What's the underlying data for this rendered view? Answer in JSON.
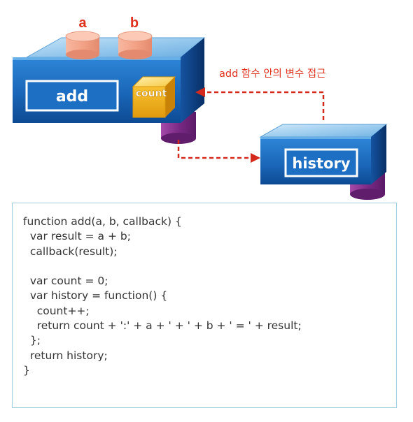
{
  "diagram": {
    "add_box": {
      "label": "add",
      "input_a": "a",
      "input_b": "b",
      "inner_cube": "count"
    },
    "history_box": {
      "label": "history"
    },
    "annotation": "add 함수 안의 변수 접근",
    "colors": {
      "input_label": "#e0301e",
      "annotation_text": "#e0301e",
      "arrow": "#d42a1e",
      "box_blue_front": "#1a66b8",
      "box_blue_top": "#8cc3ea",
      "box_blue_side": "#0c3f82",
      "cylinder_peach": "#f6a98f",
      "cylinder_purple": "#7b2a86",
      "cube_gold": "#f2b21a"
    }
  },
  "code": {
    "lines": [
      "function add(a, b, callback) {",
      "  var result = a + b;",
      "  callback(result);",
      "",
      "  var count = 0;",
      "  var history = function() {",
      "    count++;",
      "    return count + ':' + a + ' + ' + b + ' = ' + result;",
      "  };",
      "  return history;",
      "}"
    ]
  }
}
